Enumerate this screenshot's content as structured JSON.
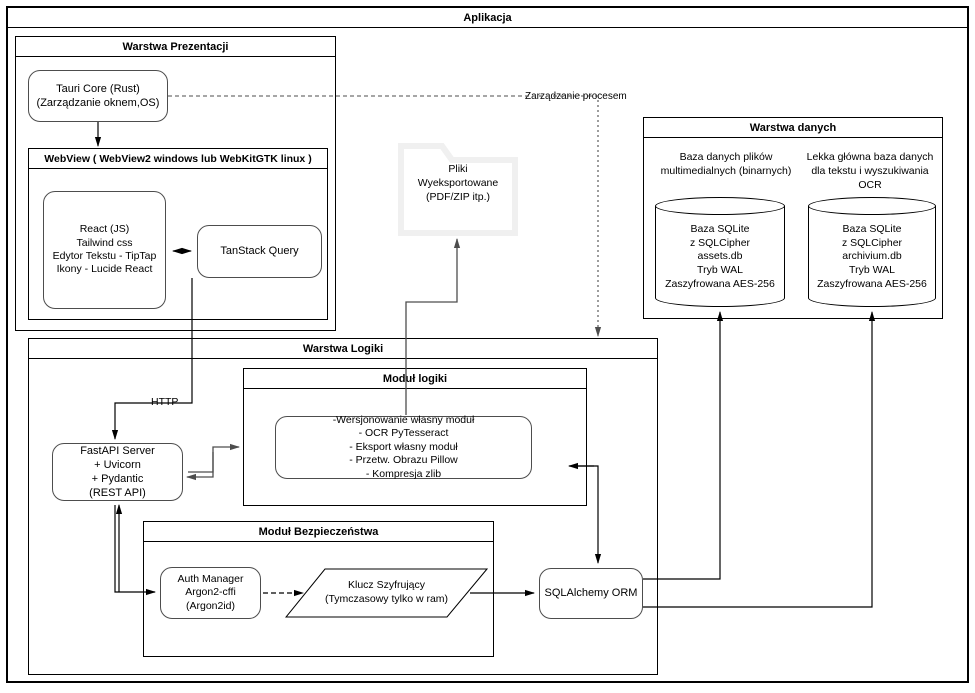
{
  "diagram": {
    "title": "Aplikacja",
    "type": "architecture-diagram",
    "language": "pl"
  },
  "app": {
    "title": "Aplikacja"
  },
  "presentation_layer": {
    "title": "Warstwa Prezentacji",
    "tauri_core": "Tauri Core (Rust)\n(Zarządzanie oknem,OS)",
    "webview": {
      "title": "WebView ( WebView2 windows  lub WebKitGTK linux )",
      "frontend": "React (JS)\nTailwind css\nEdytor Tekstu - TipTap\nIkony - Lucide React",
      "tanstack": "TanStack Query"
    }
  },
  "exported_files": {
    "label": "Pliki\nWyeksportowane\n(PDF/ZIP itp.)",
    "icon": "folder-icon",
    "color": "#f2f2f2"
  },
  "data_layer": {
    "title": "Warstwa danych",
    "databases": [
      {
        "caption": "Baza danych plików\nmultimedialnych  (binarnych)",
        "body": "Baza SQLite\nz SQLCipher\nassets.db\nTryb WAL\nZaszyfrowana AES-256"
      },
      {
        "caption": "Lekka główna baza danych\ndla tekstu i wyszukiwania\nOCR",
        "body": "Baza SQLite\nz SQLCipher\narchivium.db\nTryb WAL\nZaszyfrowana AES-256"
      }
    ]
  },
  "logic_layer": {
    "title": "Warstwa Logiki",
    "fastapi": "FastAPI Server\n+ Uvicorn\n+ Pydantic\n(REST API)",
    "logic_module": {
      "title": "Moduł logiki",
      "items": "-Wersjonowanie własny moduł\n- OCR PyTesseract\n- Eksport własny moduł\n- Przetw. Obrazu Pillow\n- Kompresja zlib"
    },
    "security_module": {
      "title": "Moduł Bezpieczeństwa",
      "auth_manager": "Auth Manager\nArgon2-cffi\n(Argon2id)",
      "encryption_key": "Klucz Szyfrujący\n(Tymczasowy tylko w ram)"
    },
    "orm": "SQLAlchemy ORM"
  },
  "edges": {
    "process_management": "Zarządzanie procesem",
    "http": "HTTP"
  },
  "colors": {
    "stroke": "#000000",
    "node_stroke": "#4d4d4d",
    "folder": "#f2f2f2",
    "background": "#ffffff"
  }
}
